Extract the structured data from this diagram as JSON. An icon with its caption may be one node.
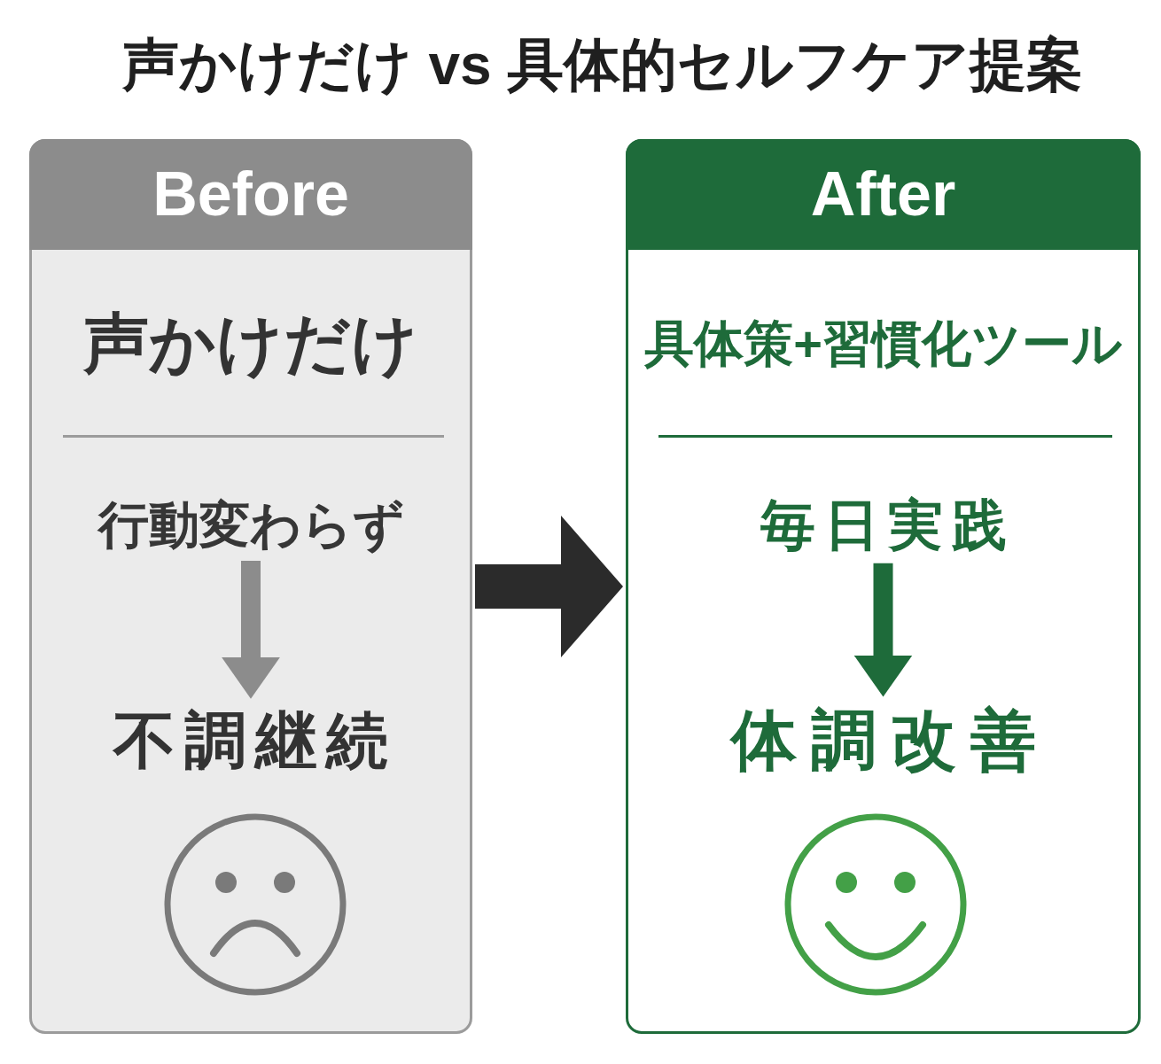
{
  "diagram": {
    "title": "声かけだけ vs 具体的セルフケア提案",
    "nodes": [
      {
        "text": [
          "Before",
          "声かけだけ"
        ]
      },
      {
        "text": [
          "行動変わらず"
        ],
        "in": 0
      },
      {
        "text": [
          "不調継続"
        ],
        "in": 0
      },
      {
        "text": [],
        "shape": "picture",
        "in": 0
      },
      {
        "text": [
          "After",
          "具体策+習慣化ツール"
        ]
      },
      {
        "text": [
          "毎日実践"
        ],
        "in": 4
      },
      {
        "text": [
          "体調改善"
        ],
        "in": 4
      },
      {
        "text": [],
        "shape": "picture",
        "in": 4
      }
    ],
    "edges": [
      {
        "from": 1,
        "to": 2,
        "arrow": "to",
        "color": "#8c8c8c"
      },
      {
        "from": 0,
        "to": 4,
        "arrow": "to",
        "style": "thick",
        "color": "#2b2b2b"
      },
      {
        "from": 5,
        "to": 6,
        "arrow": "to",
        "color": "#1e6b3a"
      }
    ]
  }
}
